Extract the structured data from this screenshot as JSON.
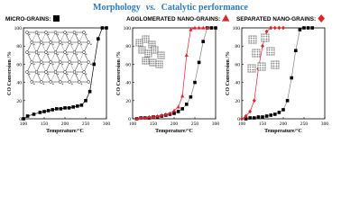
{
  "title": {
    "part1": "Morphology",
    "vs": "vs.",
    "part2": "Catalytic performance"
  },
  "colors": {
    "title": "#2a7bbd",
    "black_series": "#000000",
    "red_series": "#e8202a",
    "grey_line": "#808080"
  },
  "chart_data": [
    {
      "type": "line",
      "panel_label": "MICRO-GRAINS:",
      "label_marker": "square",
      "xlabel": "Temperature/°C",
      "ylabel": "CO Conversion /%",
      "xlim": [
        100,
        300
      ],
      "ylim": [
        0,
        100
      ],
      "xticks": [
        100,
        150,
        200,
        250,
        300
      ],
      "yticks": [
        0,
        20,
        40,
        60,
        80,
        100
      ],
      "series": [
        {
          "marker": "square",
          "color": "#000000",
          "x": [
            100,
            110,
            125,
            140,
            150,
            160,
            170,
            180,
            190,
            200,
            210,
            220,
            230,
            240,
            250,
            260,
            270,
            280,
            290,
            300
          ],
          "y": [
            0,
            3,
            5,
            7,
            8,
            9,
            10,
            11,
            11,
            12,
            12,
            13,
            14,
            15,
            20,
            30,
            60,
            88,
            100,
            100
          ]
        }
      ]
    },
    {
      "type": "line",
      "panel_label": "AGGLOMERATED NANO-GRAINS:",
      "label_marker": "triangle",
      "xlabel": "Temperature/°C",
      "ylabel": "CO Conversion /%",
      "xlim": [
        100,
        300
      ],
      "ylim": [
        0,
        100
      ],
      "xticks": [
        100,
        150,
        200,
        250,
        300
      ],
      "yticks": [
        0,
        20,
        40,
        60,
        80,
        100
      ],
      "series": [
        {
          "marker": "triangle",
          "color": "#e8202a",
          "x": [
            110,
            120,
            130,
            140,
            150,
            160,
            170,
            180,
            190,
            200,
            210,
            220,
            230,
            240,
            250,
            260,
            270,
            280
          ],
          "y": [
            0,
            1,
            1,
            2,
            2,
            3,
            4,
            5,
            6,
            9,
            13,
            25,
            70,
            98,
            100,
            100,
            100,
            100
          ]
        },
        {
          "marker": "square",
          "color": "#000000",
          "x": [
            110,
            120,
            130,
            140,
            150,
            160,
            170,
            180,
            190,
            200,
            210,
            220,
            230,
            240,
            250,
            260,
            270,
            280,
            290,
            300
          ],
          "y": [
            0,
            1,
            1,
            1,
            2,
            2,
            3,
            4,
            5,
            6,
            8,
            11,
            16,
            24,
            40,
            62,
            85,
            100,
            100,
            100
          ]
        }
      ]
    },
    {
      "type": "line",
      "panel_label": "SEPARATED NANO-GRAINS:",
      "label_marker": "diamond",
      "xlabel": "Temperature/°C",
      "ylabel": "CO Conversion /%",
      "xlim": [
        100,
        300
      ],
      "ylim": [
        0,
        100
      ],
      "xticks": [
        100,
        150,
        200,
        250,
        300
      ],
      "yticks": [
        0,
        20,
        40,
        60,
        80,
        100
      ],
      "series": [
        {
          "marker": "diamond",
          "color": "#e8202a",
          "x": [
            100,
            110,
            120,
            130,
            140,
            150,
            160,
            170,
            180,
            190,
            200
          ],
          "y": [
            0,
            3,
            8,
            20,
            55,
            80,
            96,
            100,
            100,
            100,
            100
          ]
        },
        {
          "marker": "square",
          "color": "#000000",
          "x": [
            110,
            120,
            130,
            140,
            150,
            160,
            170,
            180,
            190,
            200,
            210,
            220,
            230,
            240,
            250,
            260,
            270
          ],
          "y": [
            0,
            1,
            1,
            2,
            2,
            3,
            4,
            5,
            7,
            10,
            20,
            45,
            75,
            98,
            100,
            100,
            100
          ]
        }
      ]
    }
  ]
}
